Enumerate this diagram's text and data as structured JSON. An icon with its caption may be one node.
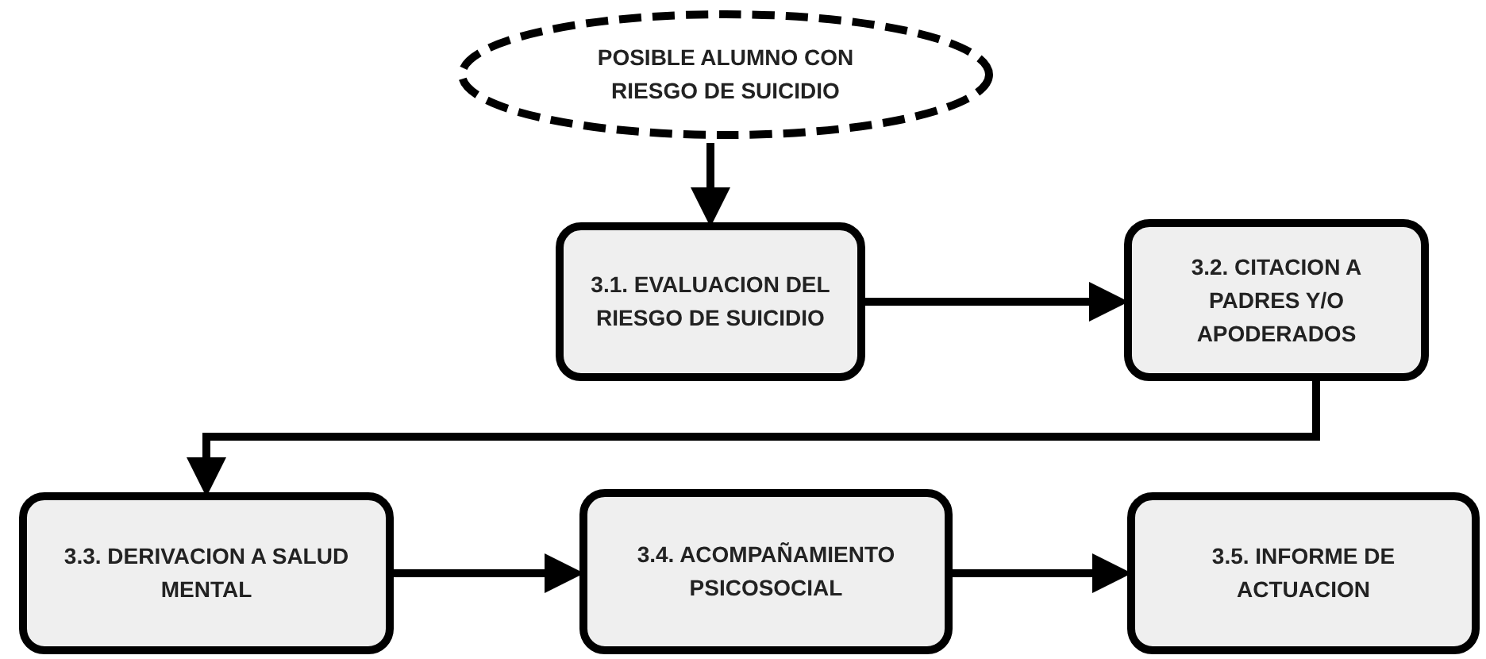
{
  "diagram": {
    "nodes": [
      {
        "text": [
          "POSIBLE ALUMNO CON RIESGO DE SUICIDIO"
        ]
      },
      {
        "text": [
          "3.1. EVALUACION DEL RIESGO DE SUICIDIO"
        ]
      },
      {
        "text": [
          "3.2. CITACION A PADRES Y/O APODERADOS"
        ]
      },
      {
        "text": [
          "3.3. DERIVACION A SALUD MENTAL"
        ]
      },
      {
        "text": [
          "3.4. ACOMPAÑAMIENTO PSICOSOCIAL"
        ]
      },
      {
        "text": [
          "3.5. INFORME DE ACTUACION"
        ]
      }
    ],
    "edges": [
      {
        "from": 0,
        "to": 1,
        "arrow": "to"
      },
      {
        "from": 1,
        "to": 2,
        "arrow": "to"
      },
      {
        "from": 2,
        "to": 3,
        "arrow": "to"
      },
      {
        "from": 3,
        "to": 4,
        "arrow": "to"
      },
      {
        "from": 4,
        "to": 5,
        "arrow": "to"
      }
    ]
  }
}
